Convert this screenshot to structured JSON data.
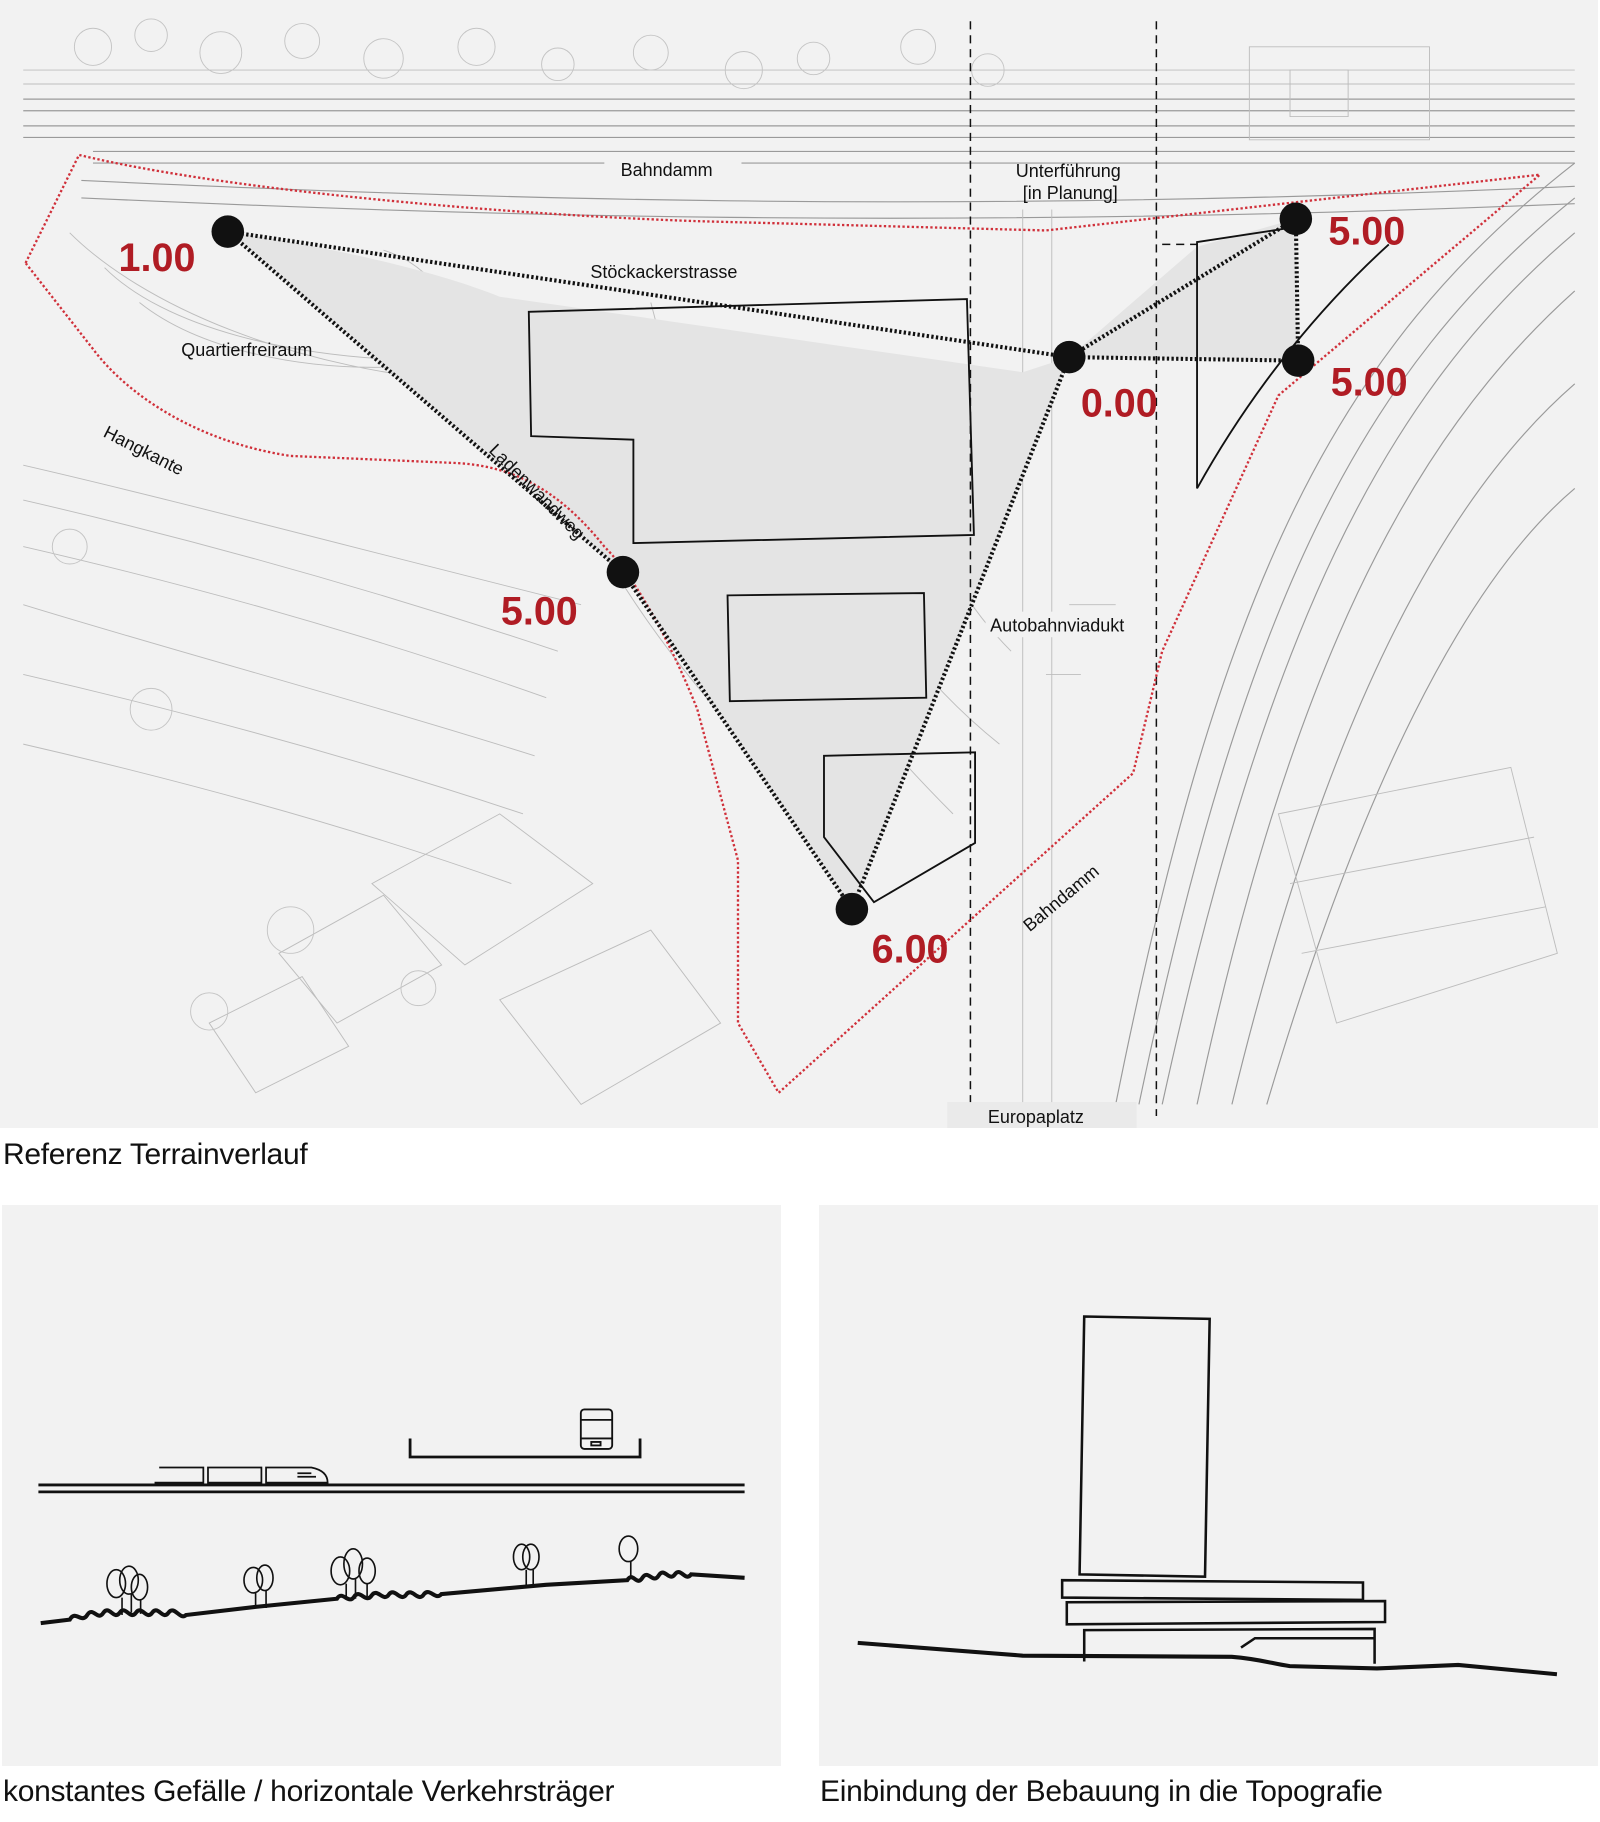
{
  "map": {
    "labels": {
      "bahndamm_top": "Bahndamm",
      "unterfuehrung": "Unterführung",
      "in_planung": "[in Planung]",
      "stoeckackerstrasse": "Stöckackerstrasse",
      "quartierfreiraum": "Quartierfreiraum",
      "hangkante": "Hangkante",
      "ladenwandweg": "Ladenwandweg",
      "autobahnviadukt": "Autobahnviadukt",
      "bahndamm_bottom": "Bahndamm",
      "europaplatz": "Europaplatz"
    },
    "elevations": {
      "nw": "1.00",
      "center": "0.00",
      "ne_top": "5.00",
      "ne_mid": "5.00",
      "west": "5.00",
      "south": "6.00"
    },
    "colors": {
      "boundary": "#d0303a",
      "elevation_text": "#b01c24",
      "site_fill": "#e4e4e4",
      "background": "#f2f2f2"
    }
  },
  "captions": {
    "map": "Referenz Terrainverlauf",
    "left_diagram": "konstantes Gefälle / horizontale Verkehrsträger",
    "right_diagram": "Einbindung der Bebauung in die Topografie"
  }
}
